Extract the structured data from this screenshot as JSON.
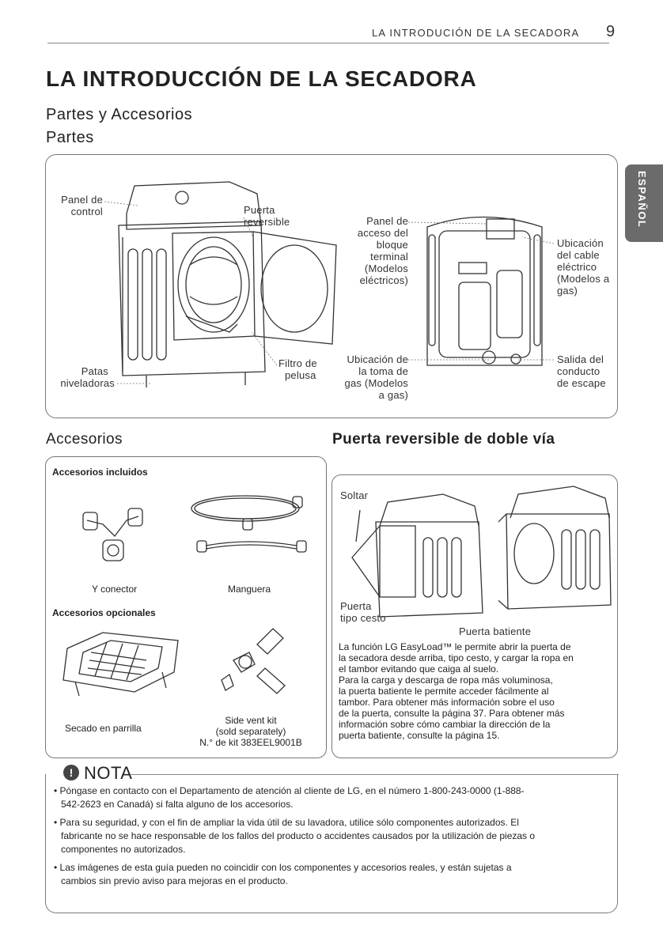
{
  "header": {
    "running_title": "LA INTRODUCIÓN DE LA SECADORA",
    "page_number": "9"
  },
  "title": "LA INTRODUCCIÓN DE LA SECADORA",
  "subtitle": "Partes y Accesorios",
  "section_parts": "Partes",
  "side_tab": "ESPAÑOL",
  "parts_labels": {
    "panel_control": [
      "Panel de",
      "control"
    ],
    "puerta_reversible": [
      "Puerta",
      "reversible"
    ],
    "filtro": [
      "Filtro de",
      "pelusa"
    ],
    "patas": [
      "Patas",
      "niveladoras"
    ],
    "panel_acceso": [
      "Panel de",
      "acceso del",
      "bloque",
      "terminal",
      "(Modelos",
      "eléctricos)"
    ],
    "ubicacion_cable": [
      "Ubicación",
      "del cable",
      "eléctrico",
      "(Modelos a",
      "gas)"
    ],
    "ubicacion_toma": [
      "Ubicación de",
      "la toma de",
      "gas (Modelos",
      "a gas)"
    ],
    "salida": [
      "Salida del",
      "conducto",
      "de escape"
    ]
  },
  "accesorios": {
    "heading": "Accesorios",
    "incluidos": "Accesorios incluidos",
    "y_conector": "Y conector",
    "manguera": "Manguera",
    "opcionales": "Accesorios opcionales",
    "secado": "Secado en parrilla",
    "side_vent": [
      "Side vent kit",
      "(sold separately)",
      "N.° de kit 383EEL9001B"
    ]
  },
  "puerta": {
    "heading": "Puerta reversible de doble vía",
    "soltar": "Soltar",
    "tipo_cesto": [
      "Puerta",
      "tipo cesto"
    ],
    "batiente": "Puerta batiente",
    "description": [
      "La función LG EasyLoad™ le permite abrir la puerta de",
      "la secadora desde arriba, tipo cesto, y cargar la ropa en",
      "el tambor evitando que caiga al suelo.",
      "Para la carga y descarga de ropa más voluminosa,",
      "la puerta batiente le permite acceder fácilmente al",
      "tambor. Para obtener más información sobre el uso",
      "de la puerta, consulte la página 37. Para obtener más",
      "información sobre cómo cambiar la dirección de la",
      "puerta batiente, consulte la página 15."
    ]
  },
  "nota": {
    "title": "NOTA",
    "items": [
      [
        "• Póngase en contacto con el Departamento de atención al cliente de LG, en el número 1-800-243-0000 (1-888-",
        "542-2623 en Canadá) si falta alguno de los accesorios."
      ],
      [
        "• Para su seguridad, y con el fin de ampliar la vida útil de su lavadora, utilice sólo componentes autorizados. El",
        "fabricante no se hace responsable de los fallos del producto o accidentes causados por la utilización de piezas o",
        "componentes no autorizados."
      ],
      [
        "• Las imágenes de esta guía pueden no coincidir con los componentes y accesorios reales, y están sujetas a",
        "cambios sin previo aviso para mejoras en el producto."
      ]
    ]
  }
}
